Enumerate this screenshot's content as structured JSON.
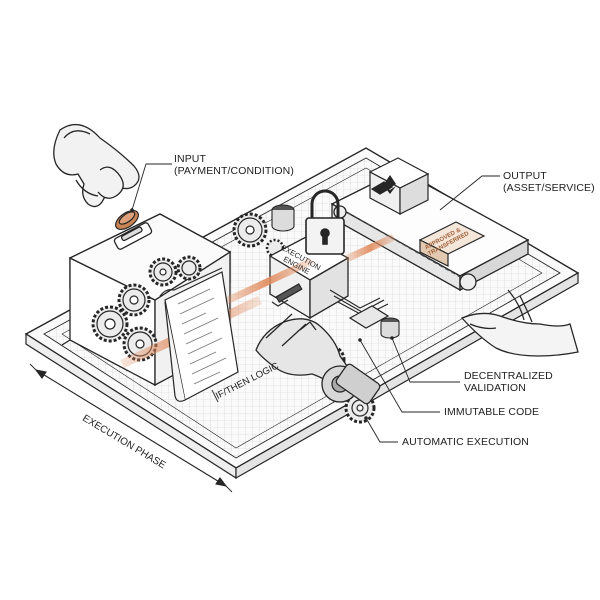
{
  "labels": {
    "input": [
      "INPUT",
      "(PAYMENT/CONDITION)"
    ],
    "output": [
      "OUTPUT",
      "(ASSET/SERVICE)"
    ],
    "decentralized": [
      "DECENTRALIZED",
      "VALIDATION"
    ],
    "immutable": "IMMUTABLE CODE",
    "automatic": "AUTOMATIC EXECUTION",
    "execution_phase": "EXECUTION PHASE",
    "if_then": "IF/THEN LOGIC",
    "engine": [
      "EXECUTION",
      "ENGINE"
    ],
    "stamp": [
      "APPROVED &",
      "TRANSFERRED"
    ]
  },
  "colors": {
    "ink": "#262626",
    "grid": "#c9c9c9",
    "accent": "#d9855a",
    "coin": "#c98254",
    "stamp": "#d7a173"
  },
  "icons": [
    "hand-icon",
    "robot-hand-icon",
    "coin-icon",
    "padlock-icon",
    "ethereum-icon",
    "gear-icon"
  ]
}
